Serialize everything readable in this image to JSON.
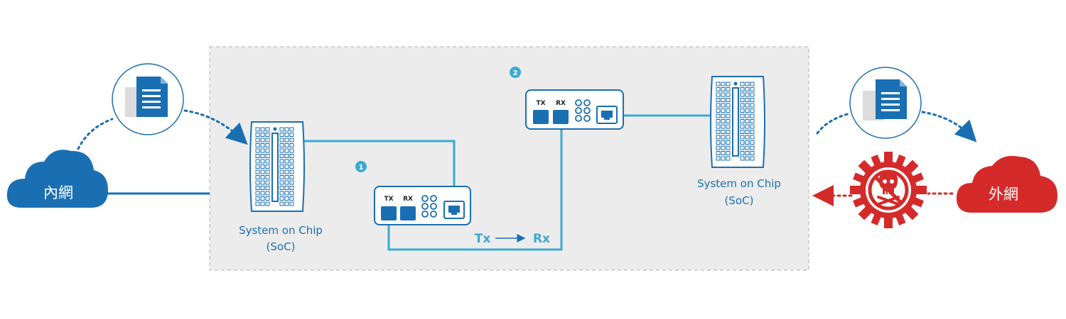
{
  "internal_network": {
    "label": "內網"
  },
  "external_network": {
    "label": "外網"
  },
  "soc_left": {
    "label_line1": "System on Chip",
    "label_line2": "(SoC)"
  },
  "soc_right": {
    "label_line1": "System on Chip",
    "label_line2": "(SoC)"
  },
  "step1": {
    "number": "1"
  },
  "step2": {
    "number": "2"
  },
  "module1": {
    "tx": "TX",
    "rx": "RX"
  },
  "module2": {
    "tx": "TX",
    "rx": "RX"
  },
  "flow": {
    "tx": "Tx",
    "rx": "Rx"
  },
  "colors": {
    "blue": "#1a6fb3",
    "cable": "#3aa9d2",
    "red": "#d42a2a",
    "zone_bg": "#ececec",
    "zone_border": "#c8c8c8"
  },
  "icons": {
    "document_left": "document-icon",
    "document_right": "document-icon",
    "threat": "skull-blocked-icon"
  }
}
